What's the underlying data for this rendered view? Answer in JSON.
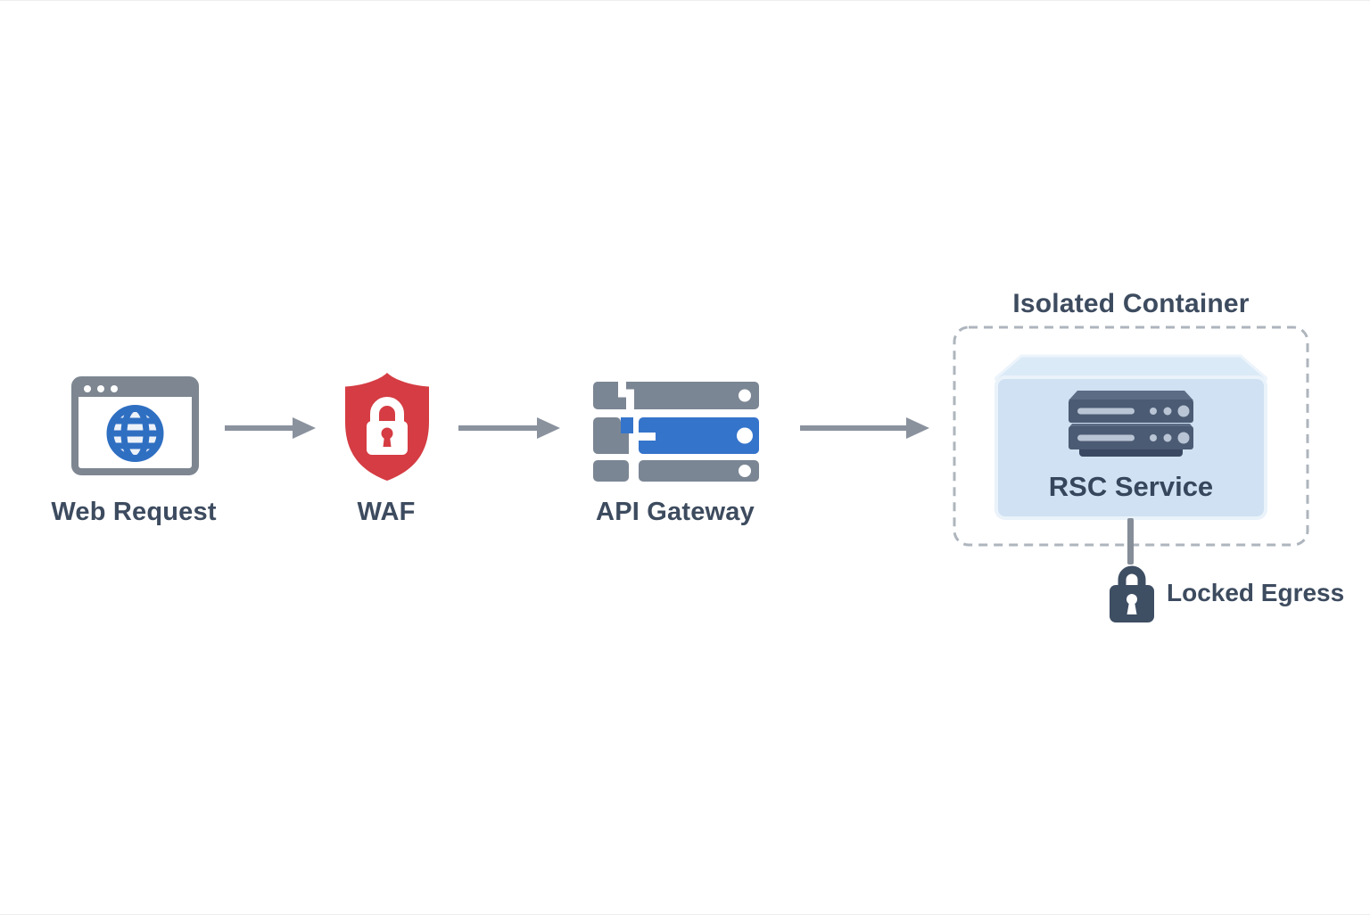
{
  "diagram": {
    "nodes": [
      {
        "id": "web-request",
        "label": "Web Request",
        "icon": "browser-globe-icon"
      },
      {
        "id": "waf",
        "label": "WAF",
        "icon": "shield-lock-icon"
      },
      {
        "id": "api-gateway",
        "label": "API Gateway",
        "icon": "server-stack-icon"
      }
    ],
    "arrows": [
      {
        "from": "web-request",
        "to": "waf"
      },
      {
        "from": "waf",
        "to": "api-gateway"
      },
      {
        "from": "api-gateway",
        "to": "isolated-container"
      }
    ],
    "container": {
      "title": "Isolated Container",
      "service": {
        "label": "RSC Service",
        "icon": "server-rack-icon"
      }
    },
    "egress": {
      "label": "Locked Egress",
      "icon": "padlock-icon"
    },
    "colors": {
      "label_text": "#3d4b5f",
      "arrow_gray": "#8a929e",
      "waf_red": "#d53c43",
      "gateway_blue": "#3574cb",
      "icon_gray": "#7b8694",
      "globe_blue": "#2f6fc2",
      "dashed_border": "#aeb5bd",
      "box_front_blue": "#cfe1f2",
      "box_top_blue": "#dbeaf7",
      "server_slate": "#4b5b73",
      "lock_slate": "#3e4e63"
    }
  }
}
